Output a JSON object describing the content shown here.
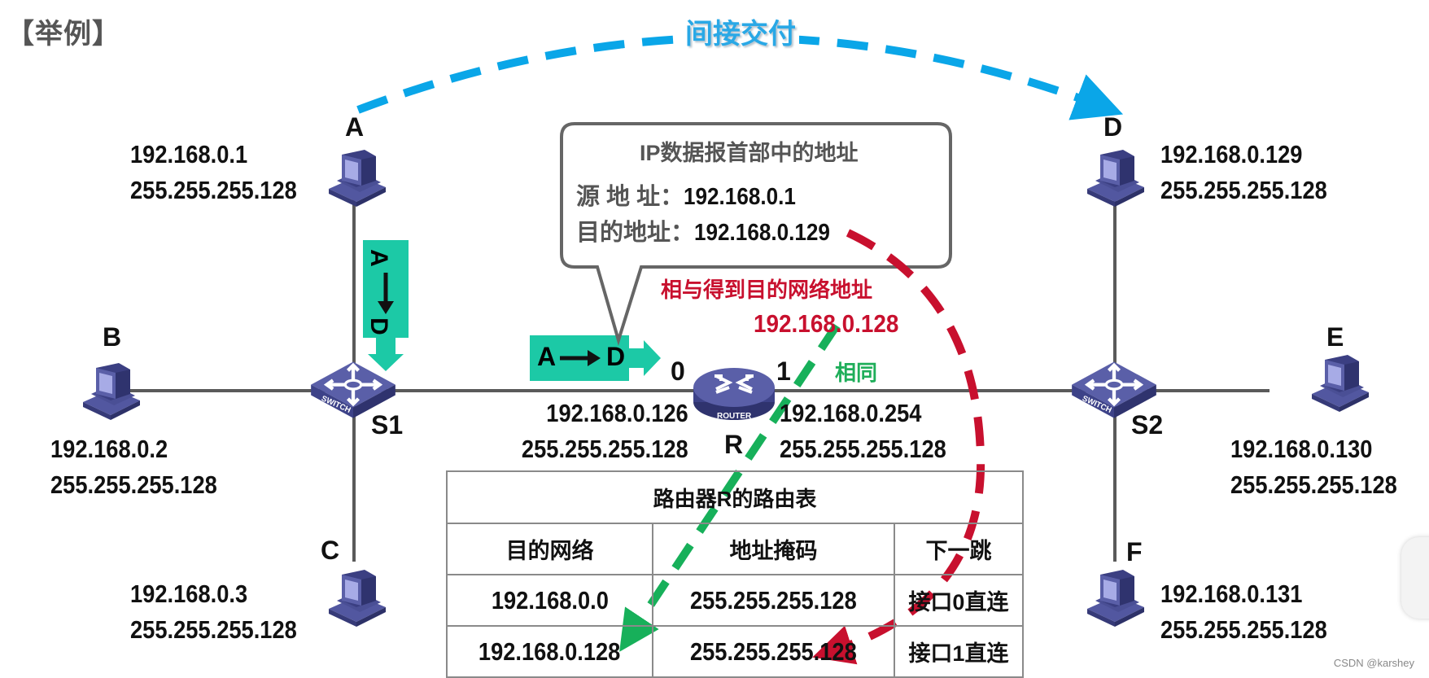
{
  "title": "【举例】",
  "indirect_delivery_label": "间接交付",
  "hosts": [
    {
      "name": "A",
      "ip": "192.168.0.1",
      "mask": "255.255.255.128"
    },
    {
      "name": "B",
      "ip": "192.168.0.2",
      "mask": "255.255.255.128"
    },
    {
      "name": "C",
      "ip": "192.168.0.3",
      "mask": "255.255.255.128"
    },
    {
      "name": "D",
      "ip": "192.168.0.129",
      "mask": "255.255.255.128"
    },
    {
      "name": "E",
      "ip": "192.168.0.130",
      "mask": "255.255.255.128"
    },
    {
      "name": "F",
      "ip": "192.168.0.131",
      "mask": "255.255.255.128"
    }
  ],
  "switches": [
    {
      "name": "S1",
      "icon_text": "SWITCH"
    },
    {
      "name": "S2",
      "icon_text": "SWITCH"
    }
  ],
  "router": {
    "name": "R",
    "icon_text": "ROUTER",
    "interfaces": [
      {
        "port": "0",
        "ip": "192.168.0.126",
        "mask": "255.255.255.128"
      },
      {
        "port": "1",
        "ip": "192.168.0.254",
        "mask": "255.255.255.128"
      }
    ]
  },
  "packets": {
    "vertical": {
      "from": "A",
      "to": "D"
    },
    "horizontal": {
      "from": "A",
      "to": "D"
    }
  },
  "ip_header_bubble": {
    "title": "IP数据报首部中的地址",
    "src_label": "源 地 址：",
    "src_value": "192.168.0.1",
    "dst_label": "目的地址：",
    "dst_value": "192.168.0.129"
  },
  "and_result": {
    "label": "相与得到目的网络地址",
    "value": "192.168.0.128",
    "match_label": "相同"
  },
  "routing_table": {
    "caption": "路由器R的路由表",
    "headers": [
      "目的网络",
      "地址掩码",
      "下一跳"
    ],
    "rows": [
      [
        "192.168.0.0",
        "255.255.255.128",
        "接口0直连"
      ],
      [
        "192.168.0.128",
        "255.255.255.128",
        "接口1直连"
      ]
    ]
  },
  "colors": {
    "link": "#5a5a5a",
    "device": "#4a4f95",
    "packet": "#1cc9a6",
    "indirect_arrow": "#0aa6e8",
    "red_arrow": "#c8102e",
    "green_arrow": "#17b05a"
  },
  "watermark": "CSDN @karshey"
}
